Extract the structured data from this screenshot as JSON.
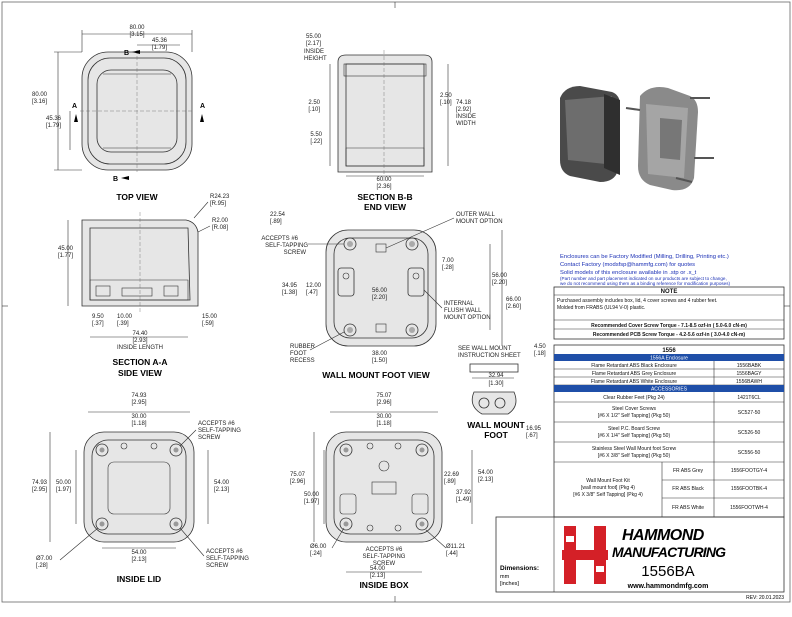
{
  "views": {
    "top": {
      "title": "TOP VIEW",
      "w_mm": "80.00",
      "w_in": "[3.15]",
      "c_mm": "45.36",
      "c_in": "[1.79]",
      "h_mm": "80.00",
      "h_in": "[3.16]",
      "h2_mm": "45.36",
      "h2_in": "[1.79]",
      "sec_a": "A",
      "sec_b": "B"
    },
    "section_bb": {
      "title1": "SECTION B-B",
      "title2": "END VIEW",
      "ih_mm": "55.00",
      "ih_in": "[2.17]",
      "ih_l1": "INSIDE",
      "ih_l2": "HEIGHT",
      "d1_mm": "2.50",
      "d1_in": "[.10]",
      "d2_mm": "2.50",
      "d2_in": "[.10]",
      "d3_mm": "5.50",
      "d3_in": "[.22]",
      "iw_mm": "74.18",
      "iw_in": "[2.92]",
      "iw_l1": "INSIDE",
      "iw_l2": "WIDTH",
      "b_mm": "60.00",
      "b_in": "[2.36]"
    },
    "section_aa": {
      "title1": "SECTION A-A",
      "title2": "SIDE VIEW",
      "r1_mm": "R24.23",
      "r1_in": "[R.95]",
      "r2_mm": "R2.00",
      "r2_in": "[R.08]",
      "h_mm": "45.00",
      "h_in": "[1.77]",
      "a_mm": "9.50",
      "a_in": "[.37]",
      "b_mm": "10.00",
      "b_in": "[.39]",
      "c_mm": "15.00",
      "c_in": "[.59]",
      "l_mm": "74.40",
      "l_in": "[2.93]",
      "l_lbl": "INSIDE LENGTH"
    },
    "wallmount": {
      "title": "WALL MOUNT FOOT VIEW",
      "a_mm": "22.54",
      "a_in": "[.89]",
      "screw1": "ACCEPTS #6",
      "screw2": "SELF-TAPPING",
      "screw3": "SCREW",
      "outer1": "OUTER WALL",
      "outer2": "MOUNT OPTION",
      "b_mm": "7.00",
      "b_in": "[.28]",
      "c_mm": "34.95",
      "c_in": "[1.38]",
      "d_mm": "12.00",
      "d_in": "[.47]",
      "e_mm": "56.00",
      "e_in": "[2.20]",
      "f_mm": "56.00",
      "f_in": "[2.20]",
      "g_mm": "66.00",
      "g_in": "[2.60]",
      "int1": "INTERNAL",
      "int2": "FLUSH WALL",
      "int3": "MOUNT OPTION",
      "rub1": "RUBBER",
      "rub2": "FOOT",
      "rub3": "RECESS",
      "h_mm": "38.00",
      "h_in": "[1.50]"
    },
    "inside_lid": {
      "title": "INSIDE LID",
      "a_mm": "74.93",
      "a_in": "[2.95]",
      "b_mm": "30.00",
      "b_in": "[1.18]",
      "screw1": "ACCEPTS #6",
      "screw2": "SELF-TAPPING",
      "screw3": "SCREW",
      "h_mm": "74.93",
      "h_in": "[2.95]",
      "c_mm": "50.00",
      "c_in": "[1.97]",
      "d_mm": "54.00",
      "d_in": "[2.13]",
      "e_mm": "54.00",
      "e_in": "[2.13]",
      "dia_mm": "Ø7.00",
      "dia_in": "[.28]",
      "s1": "ACCEPTS #6",
      "s2": "SELF-TAPPING",
      "s3": "SCREW"
    },
    "inside_box": {
      "title": "INSIDE BOX",
      "a_mm": "75.07",
      "a_in": "[2.96]",
      "b_mm": "30.00",
      "b_in": "[1.18]",
      "h_mm": "75.07",
      "h_in": "[2.96]",
      "c_mm": "50.00",
      "c_in": "[1.97]",
      "d_mm": "22.69",
      "d_in": "[.89]",
      "e_mm": "54.00",
      "e_in": "[2.13]",
      "f_mm": "37.92",
      "f_in": "[1.49]",
      "dia1_mm": "Ø6.00",
      "dia1_in": "[.24]",
      "dia2_mm": "Ø11.21",
      "dia2_in": "[.44]",
      "s1": "ACCEPTS #6",
      "s2": "SELF-TAPPING",
      "s3": "SCREW",
      "g_mm": "54.00",
      "g_in": "[2.13]"
    },
    "foot": {
      "title1": "WALL MOUNT",
      "title2": "FOOT",
      "note1": "SEE WALL MOUNT",
      "note2": "INSTRUCTION SHEET",
      "a_mm": "4.50",
      "a_in": "[.18]",
      "b_mm": "32.94",
      "b_in": "[1.30]",
      "c_mm": "16.95",
      "c_in": "[.67]"
    }
  },
  "info": {
    "l1": "Enclosures can be Factory Modified (Milling, Drilling, Printing etc.)",
    "l2": "Contact Factory (modsfsp@hammfg.com) for quotes",
    "l3": "Solid models of this enclosure available in .stp or .x_t",
    "l4": "(Part number and part placement indicated on our products are subject to change,",
    "l5": "we do not recommend using them as a binding reference for modification purposes)"
  },
  "note": {
    "header": "NOTE",
    "line1": "Purchased assembly includes box, lid, 4 cover screws and 4 rubber feet.",
    "line2": "Molded from FRABS (UL94 V-0) plastic.",
    "torque1": "Recommended Cover Screw Torque - 7.1-8.5 ozf-in ( 5.0-6.0 cN-m)",
    "torque2": "Recommended PCB Screw Torque - 4.2-5.6 ozf-in ( 3.0-4.0 cN-m)"
  },
  "parts": {
    "header": "1556",
    "sub": "1556A Enclosure",
    "rows": [
      {
        "desc": "Flame Retardant ABS Black Enclosure",
        "pn": "1556BABK"
      },
      {
        "desc": "Flame Retardant ABS Grey Enclosure",
        "pn": "1556BAGY"
      },
      {
        "desc": "Flame Retardant ABS White Enclosure",
        "pn": "1556BAWH"
      }
    ],
    "acc_header": "ACCESSORIES",
    "acc": [
      {
        "desc1": "Clear Rubber Feet (Pkg 24)",
        "desc2": "",
        "pn": "1421T6CL"
      },
      {
        "desc1": "Steel Cover Screws",
        "desc2": "[#6 X 1/2\" Self Tapping] (Pkg 50)",
        "pn": "SC527-50"
      },
      {
        "desc1": "Steel P.C. Board Screw",
        "desc2": "[#6 X 1/4\" Self Tapping] (Pkg 50)",
        "pn": "SC526-50"
      },
      {
        "desc1": "Stainless Steel Wall Mount foot Screw",
        "desc2": "[#6 X 3/8\" Self Tapping] (Pkg 50)",
        "pn": "SC556-50"
      }
    ],
    "kit1": "Wall Mount Foot Kit",
    "kit2": "[wall mount foot] (Pkg 4)",
    "kit3": "[#6 X 3/8\" Self Tapping] (Pkg 4)",
    "kit_rows": [
      {
        "mat": "FR ABS Grey",
        "pn": "1556FOOTGY-4"
      },
      {
        "mat": "FR ABS Black",
        "pn": "1556FOOTBK-4"
      },
      {
        "mat": "FR ABS White",
        "pn": "1556FOOTWH-4"
      }
    ]
  },
  "title_block": {
    "dims_label": "Dimensions:",
    "unit1": "mm",
    "unit2": "[inches]",
    "brand1": "HAMMOND",
    "brand2": "MANUFACTURING",
    "part": "1556BA",
    "url": "www.hammondmfg.com",
    "rev": "REV: 20.01.2023"
  },
  "colors": {
    "accent": "#d42027",
    "link": "#1a2fb5",
    "header_blue": "#1f4fa8"
  }
}
